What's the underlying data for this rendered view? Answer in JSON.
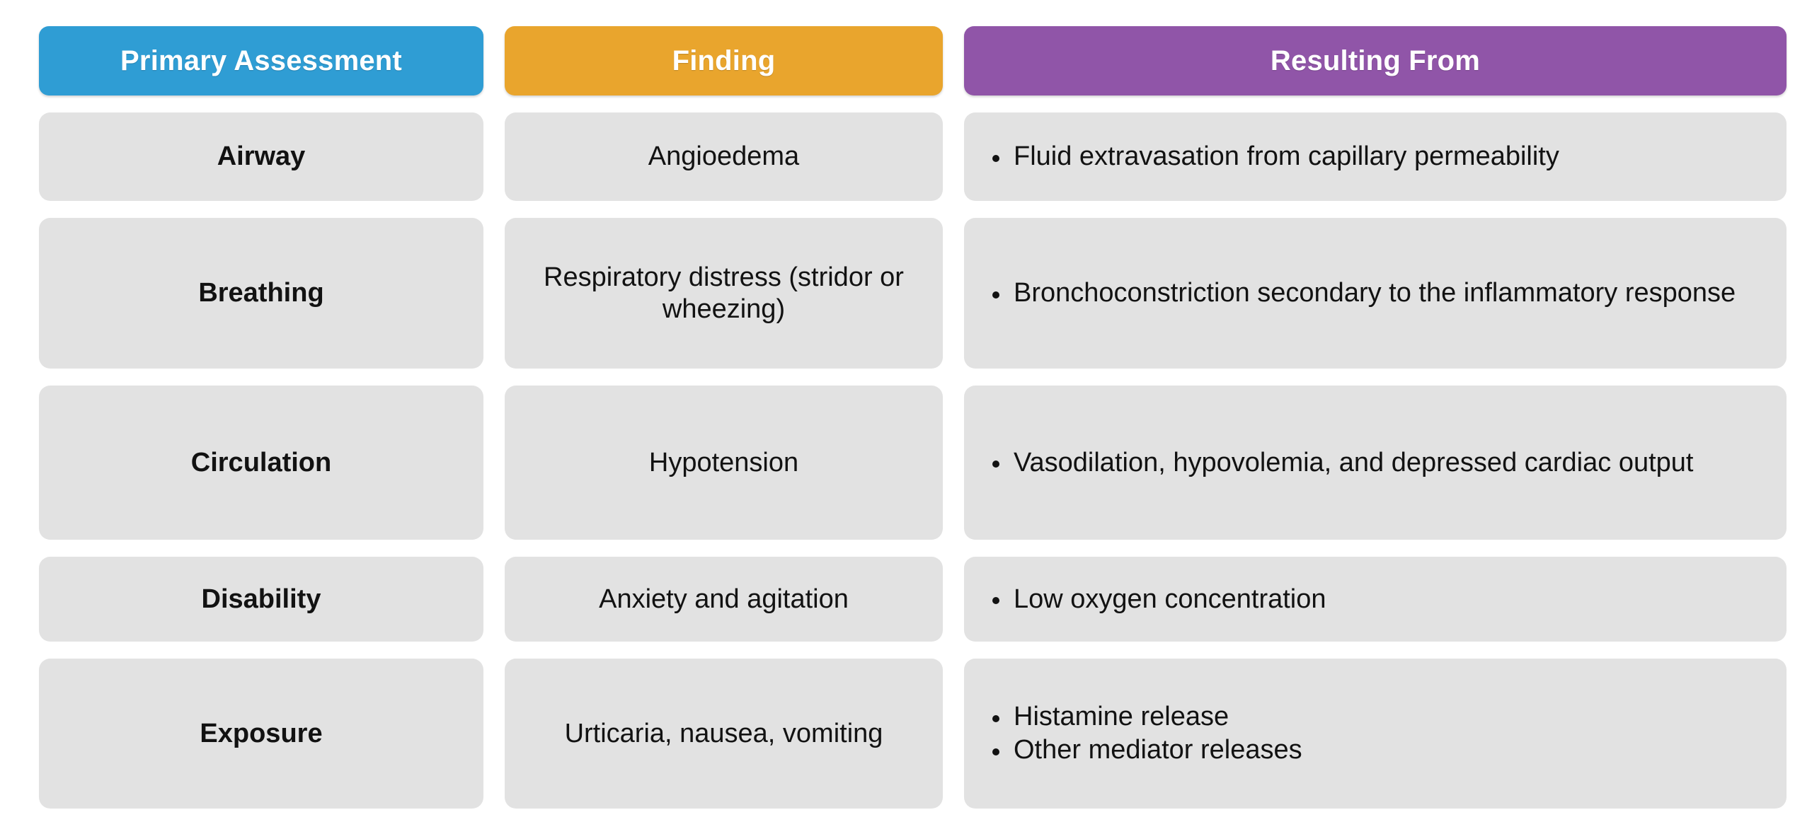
{
  "table": {
    "headers": [
      {
        "label": "Primary Assessment",
        "color": "#2f9dd4"
      },
      {
        "label": "Finding",
        "color": "#e9a52d"
      },
      {
        "label": "Resulting From",
        "color": "#9055a8"
      }
    ],
    "row_bg": "#e2e2e2",
    "rows": [
      {
        "assessment": "Airway",
        "finding": "Angioedema",
        "resulting_from": [
          "Fluid extravasation from capillary permeability"
        ]
      },
      {
        "assessment": "Breathing",
        "finding": "Respiratory distress (stridor or wheezing)",
        "resulting_from": [
          "Bronchoconstriction secondary to the inflammatory response"
        ]
      },
      {
        "assessment": "Circulation",
        "finding": "Hypotension",
        "resulting_from": [
          "Vasodilation, hypovolemia, and depressed cardiac output"
        ]
      },
      {
        "assessment": "Disability",
        "finding": "Anxiety and agitation",
        "resulting_from": [
          "Low oxygen concentration"
        ]
      },
      {
        "assessment": "Exposure",
        "finding": "Urticaria, nausea, vomiting",
        "resulting_from": [
          "Histamine release",
          "Other mediator releases"
        ]
      }
    ]
  }
}
